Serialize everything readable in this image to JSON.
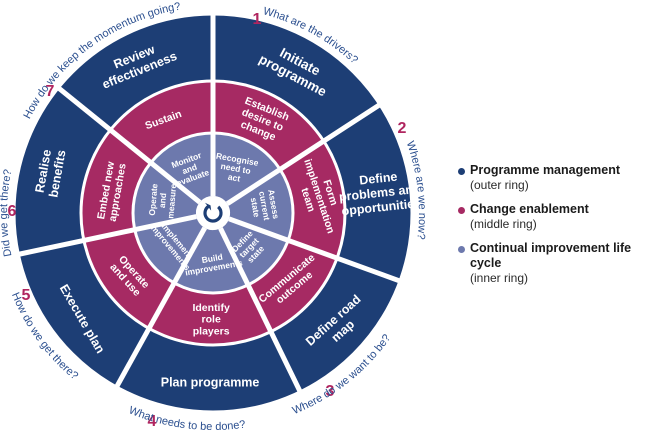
{
  "colors": {
    "outer": "#1d3e75",
    "middle": "#a62a63",
    "inner": "#6d79ad",
    "hub": "#ffffff",
    "question_num": "#b0255f",
    "question_text": "#2b4f8f"
  },
  "wheel": {
    "outer_ring": [
      {
        "label": "Initiate programme"
      },
      {
        "label": "Define problems and opportunities"
      },
      {
        "label": "Define road map"
      },
      {
        "label": "Plan programme"
      },
      {
        "label": "Execute plan"
      },
      {
        "label": "Realise benefits"
      },
      {
        "label": "Review effectiveness"
      }
    ],
    "middle_ring": [
      {
        "label": "Establish desire to change"
      },
      {
        "label": "Form implementation team"
      },
      {
        "label": "Communicate outcome"
      },
      {
        "label": "Identify role players"
      },
      {
        "label": "Operate and use"
      },
      {
        "label": "Embed new approaches"
      },
      {
        "label": "Sustain"
      }
    ],
    "inner_ring": [
      {
        "label": "Recognise need to act"
      },
      {
        "label": "Assess current state"
      },
      {
        "label": "Define target state"
      },
      {
        "label": "Build improvements"
      },
      {
        "label": "Implement improvements"
      },
      {
        "label": "Operate and measure"
      },
      {
        "label": "Monitor and evaluate"
      }
    ],
    "hub_icon": "cycle-arrow-icon"
  },
  "questions": [
    {
      "number": "1",
      "text": "What are the drivers?"
    },
    {
      "number": "2",
      "text": "Where are we now?"
    },
    {
      "number": "3",
      "text": "Where do we want to be?"
    },
    {
      "number": "4",
      "text": "What needs to be done?"
    },
    {
      "number": "5",
      "text": "How do we get there?"
    },
    {
      "number": "6",
      "text": "Did we get there?"
    },
    {
      "number": "7",
      "text": "How do we keep the momentum going?"
    }
  ],
  "legend": [
    {
      "title": "Programme management",
      "subtitle": "(outer ring)",
      "color": "#1d3e75"
    },
    {
      "title": "Change enablement",
      "subtitle": "(middle ring)",
      "color": "#a62a63"
    },
    {
      "title": "Continual improvement life cycle",
      "subtitle": "(inner ring)",
      "color": "#6d79ad"
    }
  ]
}
